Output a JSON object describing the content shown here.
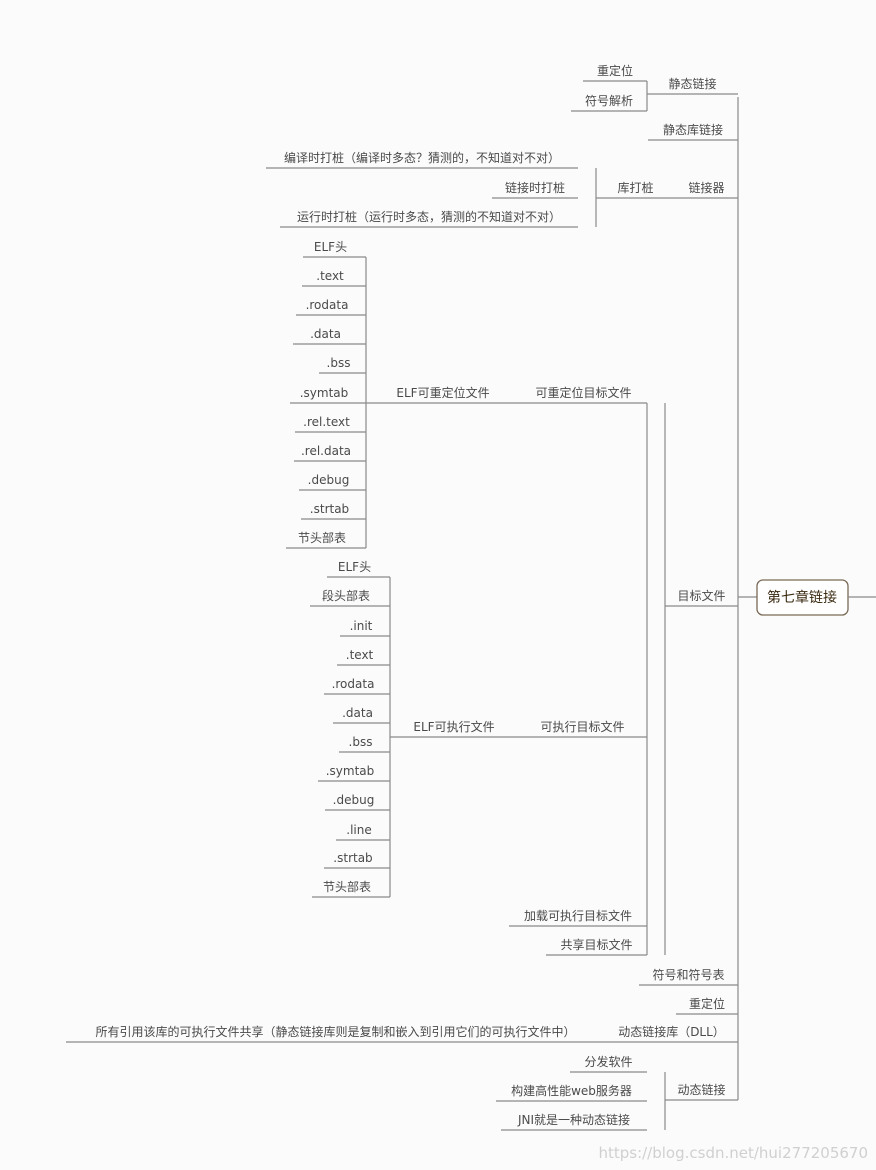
{
  "root": "第七章链接",
  "branches": [
    {
      "label": "静态链接",
      "children": [
        {
          "label": "重定位"
        },
        {
          "label": "符号解析"
        }
      ]
    },
    {
      "label": "静态库链接"
    },
    {
      "label": "链接器",
      "children": [
        {
          "label": "库打桩",
          "children": [
            {
              "label": "编译时打桩（编译时多态？猜测的，不知道对不对）"
            },
            {
              "label": "链接时打桩"
            },
            {
              "label": "运行时打桩（运行时多态，猜测的不知道对不对）"
            }
          ]
        }
      ]
    },
    {
      "label": "目标文件",
      "children": [
        {
          "label": "可重定位目标文件",
          "children": [
            {
              "label": "ELF可重定位文件",
              "children": [
                {
                  "label": "ELF头"
                },
                {
                  "label": ".text"
                },
                {
                  "label": ".rodata"
                },
                {
                  "label": ".data"
                },
                {
                  "label": ".bss"
                },
                {
                  "label": ".symtab"
                },
                {
                  "label": ".rel.text"
                },
                {
                  "label": ".rel.data"
                },
                {
                  "label": ".debug"
                },
                {
                  "label": ".strtab"
                },
                {
                  "label": "节头部表"
                }
              ]
            }
          ]
        },
        {
          "label": "可执行目标文件",
          "children": [
            {
              "label": "ELF可执行文件",
              "children": [
                {
                  "label": "ELF头"
                },
                {
                  "label": "段头部表"
                },
                {
                  "label": ".init"
                },
                {
                  "label": ".text"
                },
                {
                  "label": ".rodata"
                },
                {
                  "label": ".data"
                },
                {
                  "label": ".bss"
                },
                {
                  "label": ".symtab"
                },
                {
                  "label": ".debug"
                },
                {
                  "label": ".line"
                },
                {
                  "label": ".strtab"
                },
                {
                  "label": "节头部表"
                }
              ]
            }
          ]
        },
        {
          "label": "加载可执行目标文件"
        },
        {
          "label": "共享目标文件"
        }
      ]
    },
    {
      "label": "符号和符号表"
    },
    {
      "label": "重定位"
    },
    {
      "label": "动态链接库（DLL）",
      "children": [
        {
          "label": "所有引用该库的可执行文件共享（静态链接库则是复制和嵌入到引用它们的可执行文件中）"
        }
      ]
    },
    {
      "label": "动态链接",
      "children": [
        {
          "label": "分发软件"
        },
        {
          "label": "构建高性能web服务器"
        },
        {
          "label": "JNI就是一种动态链接"
        }
      ]
    }
  ],
  "watermark": "https://blog.csdn.net/hui277205670"
}
